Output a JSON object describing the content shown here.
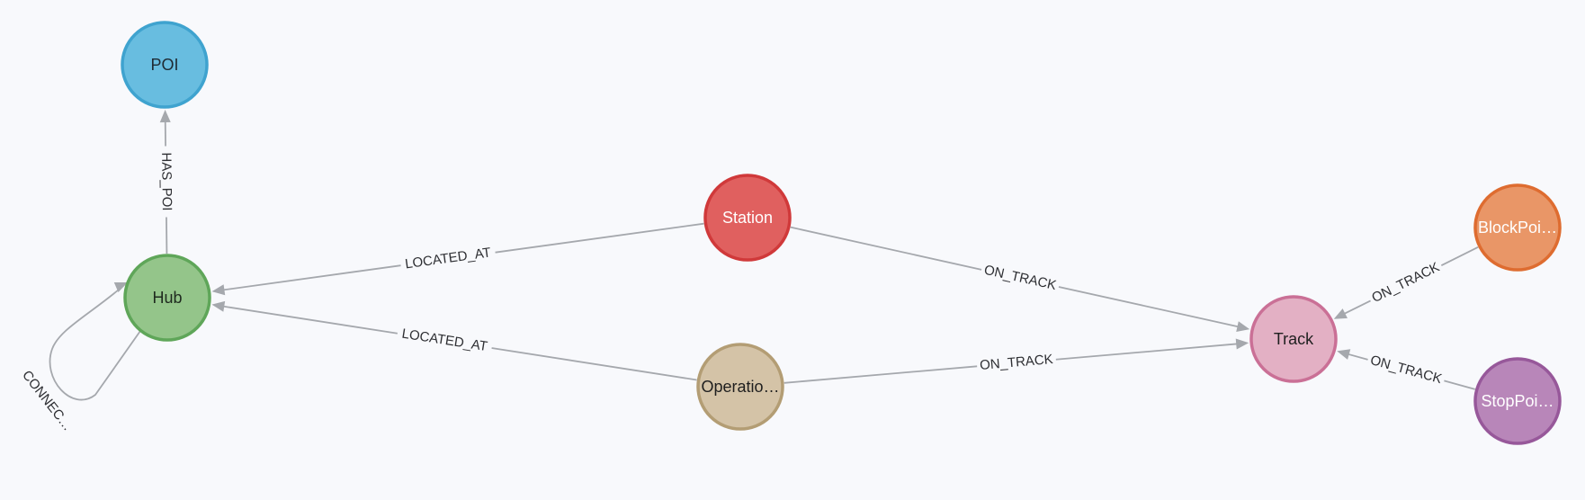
{
  "graph": {
    "nodes": [
      {
        "id": "poi",
        "name": "node-poi",
        "label": "POI",
        "fill": "#68bde0",
        "stroke": "#3fa3cf",
        "text_color": "#1f2a33"
      },
      {
        "id": "hub",
        "name": "node-hub",
        "label": "Hub",
        "fill": "#94c58a",
        "stroke": "#5fa659",
        "text_color": "#1f2a1f"
      },
      {
        "id": "station",
        "name": "node-station",
        "label": "Station",
        "fill": "#e0605f",
        "stroke": "#d0393a",
        "text_color": "#ffffff"
      },
      {
        "id": "operatio",
        "name": "node-operatio",
        "label": "Operatio…",
        "fill": "#d4c3a7",
        "stroke": "#b39d74",
        "text_color": "#1f1f1f"
      },
      {
        "id": "track",
        "name": "node-track",
        "label": "Track",
        "fill": "#e3b0c4",
        "stroke": "#ca7096",
        "text_color": "#1f1f1f"
      },
      {
        "id": "blockpoi",
        "name": "node-blockpoi",
        "label": "BlockPoi…",
        "fill": "#e99667",
        "stroke": "#de6c30",
        "text_color": "#ffffff"
      },
      {
        "id": "stoppoi",
        "name": "node-stoppoi",
        "label": "StopPoi…",
        "fill": "#b886b9",
        "stroke": "#97589a",
        "text_color": "#ffffff"
      }
    ],
    "relationships": [
      {
        "id": "r1",
        "name": "rel-hub-has-poi",
        "from": "hub",
        "to": "poi",
        "label": "HAS_POI"
      },
      {
        "id": "r2",
        "name": "rel-station-located-at-hub",
        "from": "station",
        "to": "hub",
        "label": "LOCATED_AT"
      },
      {
        "id": "r3",
        "name": "rel-operatio-located-at-hub",
        "from": "operatio",
        "to": "hub",
        "label": "LOCATED_AT"
      },
      {
        "id": "r4",
        "name": "rel-station-on-track",
        "from": "station",
        "to": "track",
        "label": "ON_TRACK"
      },
      {
        "id": "r5",
        "name": "rel-operatio-on-track",
        "from": "operatio",
        "to": "track",
        "label": "ON_TRACK"
      },
      {
        "id": "r6",
        "name": "rel-blockpoi-on-track",
        "from": "blockpoi",
        "to": "track",
        "label": "ON_TRACK"
      },
      {
        "id": "r7",
        "name": "rel-stoppoi-on-track",
        "from": "stoppoi",
        "to": "track",
        "label": "ON_TRACK"
      },
      {
        "id": "r8",
        "name": "rel-hub-connec-self",
        "from": "hub",
        "to": "hub",
        "label": "CONNEC…"
      }
    ]
  }
}
